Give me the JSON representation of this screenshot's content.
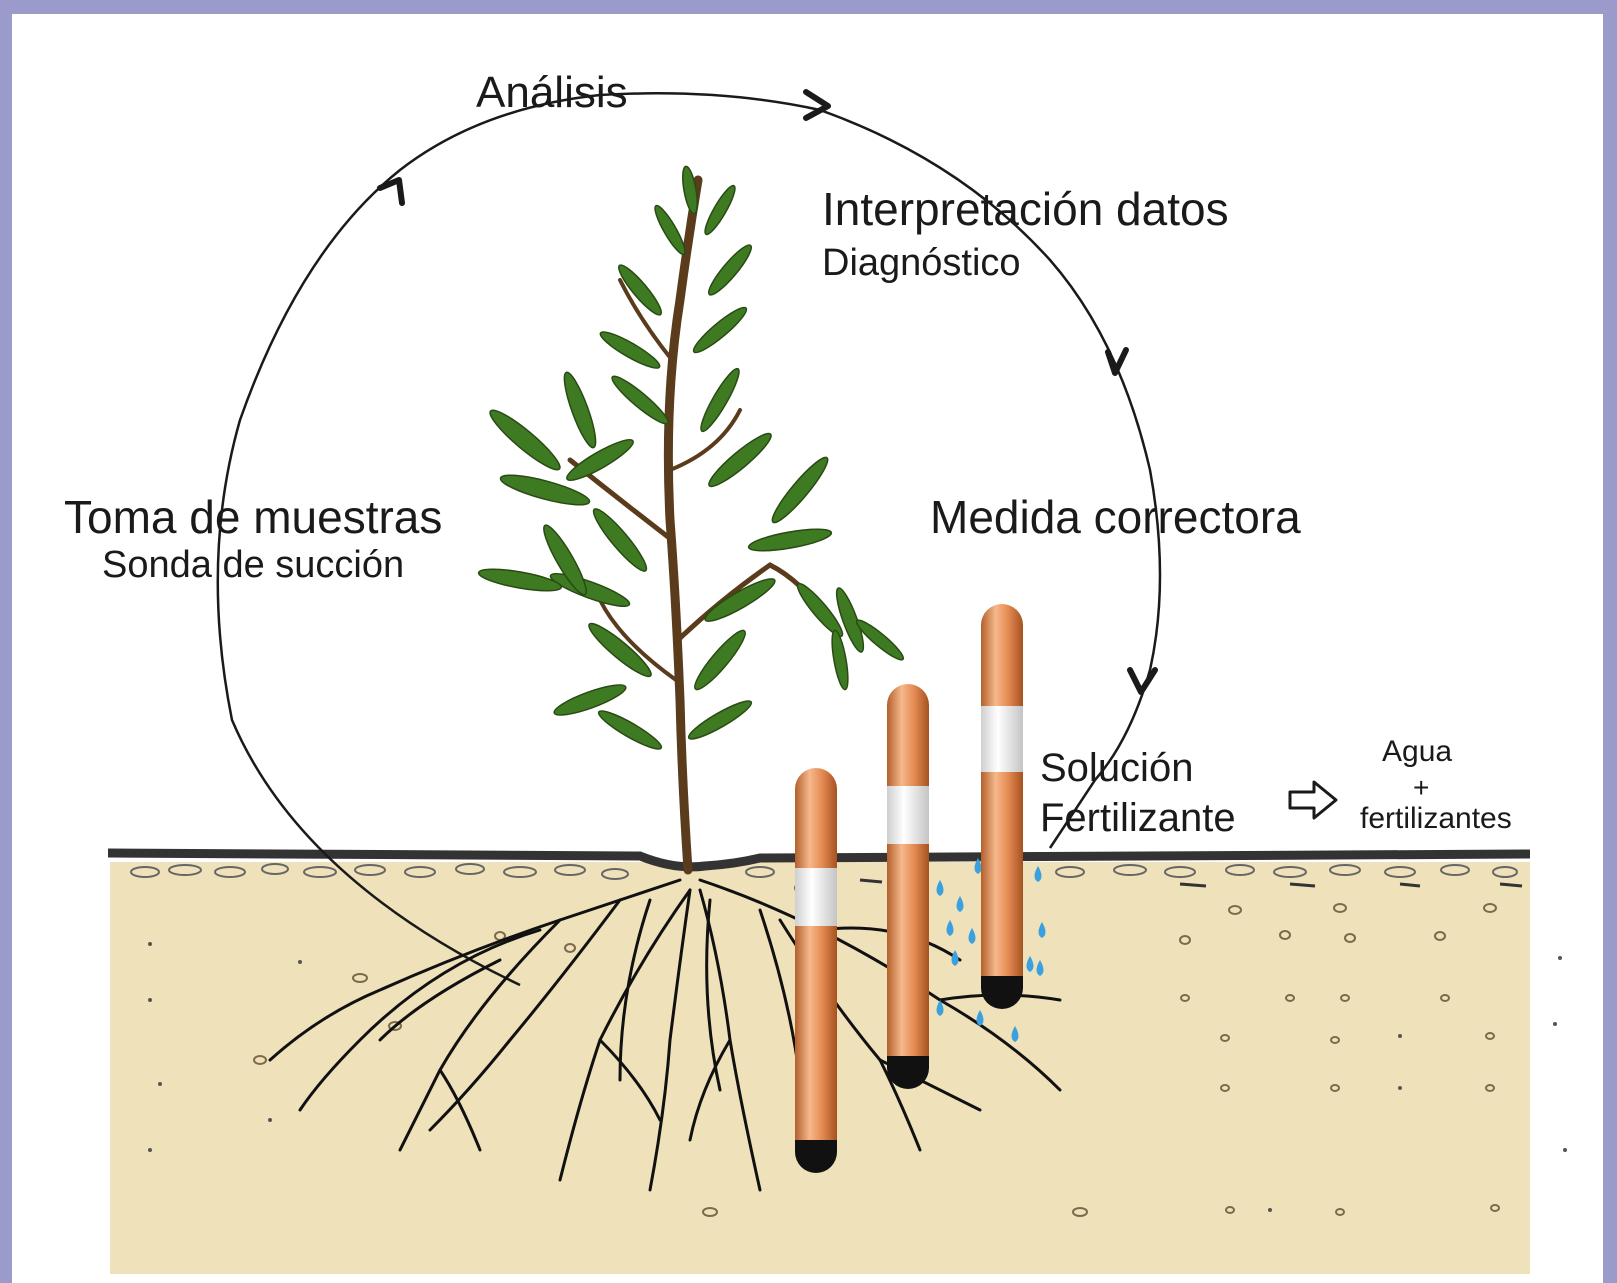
{
  "labels": {
    "analisis": "Análisis",
    "interpretacion": "Interpretación datos",
    "diagnostico": "Diagnóstico",
    "toma": "Toma de muestras",
    "sonda": "Sonda de succión",
    "medida": "Medida correctora",
    "solucion_1": "Solución",
    "solucion_2": "Fertilizante",
    "agua": "Agua",
    "plus": "+",
    "fertilizantes": "fertilizantes"
  },
  "colors": {
    "frame": "#9b9bcb",
    "soil": "#efe1b9",
    "leaf": "#3e7a22",
    "stem": "#5a3c1c",
    "probe": "#dc8a56",
    "probe_band": "#f3f3f3",
    "water": "#3aa0e0",
    "root": "#111111"
  },
  "icons": {
    "cycle_arrow": "chevron-arrow-icon",
    "flow_arrow": "outline-right-arrow-icon",
    "drop": "water-drop-icon"
  }
}
